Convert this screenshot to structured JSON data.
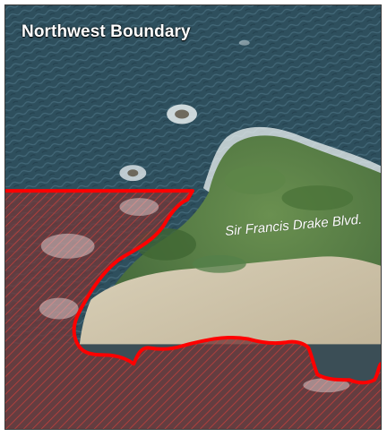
{
  "map": {
    "title": "Northwest Boundary",
    "road_label": "Sir Francis Drake Blvd.",
    "colors": {
      "ocean": "#2b4d5c",
      "land": "#4f7a3e",
      "sand": "#cfc4aa",
      "boundary_line": "#ff0000",
      "hatch_fill": "#7a3c3a"
    },
    "layers": [
      "aerial-imagery",
      "boundary-line",
      "hatched-boundary-area",
      "road-label"
    ]
  }
}
